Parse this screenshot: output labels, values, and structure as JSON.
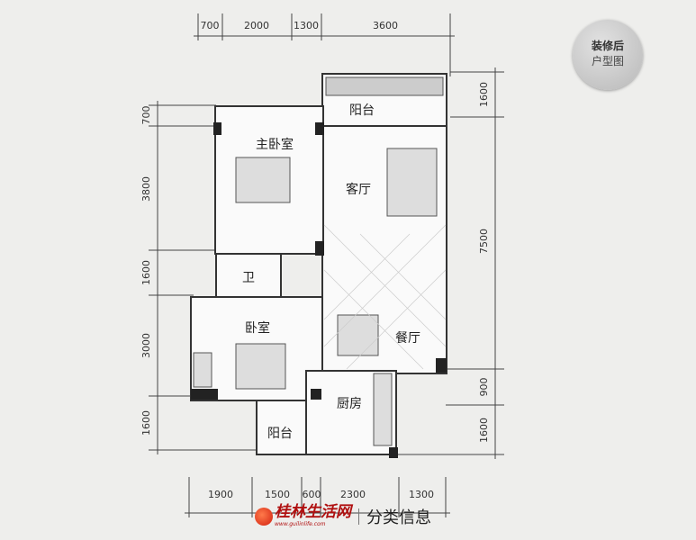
{
  "dimensions": {
    "top": [
      "700",
      "2000",
      "1300",
      "3600"
    ],
    "left": [
      "700",
      "3800",
      "1600",
      "3000",
      "1600"
    ],
    "right": [
      "1600",
      "7500",
      "900",
      "1600"
    ],
    "bottom": [
      "1900",
      "1500",
      "600",
      "2300",
      "1300"
    ]
  },
  "rooms": {
    "balcony_top": "阳台",
    "master_bedroom": "主卧室",
    "living_room": "客厅",
    "bathroom": "卫",
    "bedroom": "卧室",
    "dining_room": "餐厅",
    "kitchen": "厨房",
    "balcony_bottom": "阳台"
  },
  "badge": {
    "line1": "装修后",
    "line2": "户型图"
  },
  "watermark": {
    "site": "桂林生活网",
    "url": "www.guilinlife.com",
    "category": "分类信息",
    "brand_color": "#b01010"
  }
}
